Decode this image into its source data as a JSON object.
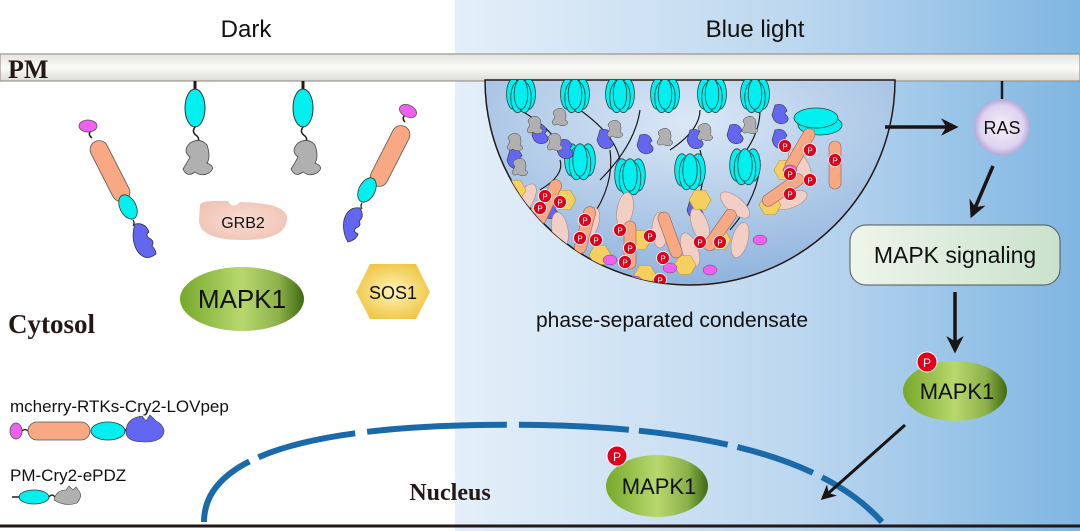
{
  "panels": {
    "dark": {
      "label": "Dark"
    },
    "blue_light": {
      "label": "Blue light"
    }
  },
  "compartments": {
    "plasma_membrane": "PM",
    "cytosol": "Cytosol",
    "nucleus": "Nucleus"
  },
  "dark_panel": {
    "grb2": "GRB2",
    "mapk1": "MAPK1",
    "sos1": "SOS1"
  },
  "legend": [
    {
      "label": "mcherry-RTKs-Cry2-LOVpep",
      "parts": [
        "mcherry",
        "RTK",
        "Cry2",
        "LOVpep"
      ]
    },
    {
      "label": "PM-Cry2-ePDZ",
      "parts": [
        "PM anchor",
        "Cry2",
        "ePDZ"
      ]
    }
  ],
  "blue_light_panel": {
    "condensate_label": "phase-separated condensate",
    "ras": "RAS",
    "mapk_signaling": "MAPK signaling",
    "mapk1_cytosol": "MAPK1",
    "mapk1_nucleus": "MAPK1",
    "phospho": "P"
  },
  "colors": {
    "cry2": "#00f0f0",
    "epdz": "#b0b0b0",
    "lovpep": "#6366f0",
    "rtk": "#f8a882",
    "mcherry": "#f060f0",
    "grb2": "#f2cfc4",
    "sos1": "#f5d060",
    "mapk1": "#8cb84a",
    "phospho": "#e0001a",
    "nuclear_envelope": "#1a6aaa",
    "membrane": "#eeeee8"
  }
}
